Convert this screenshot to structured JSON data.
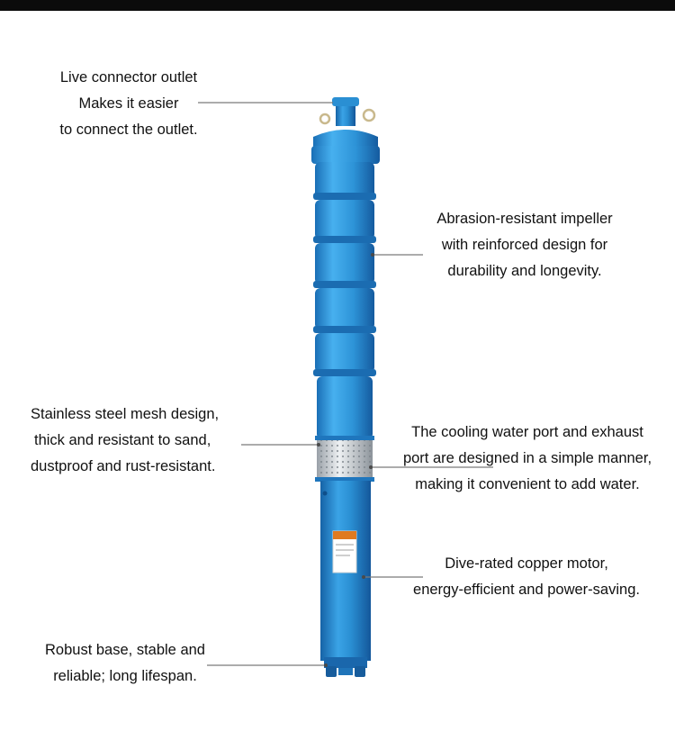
{
  "colors": {
    "pump_blue": "#2a8fd3",
    "pump_dark": "#1663a6",
    "leader_line": "#7a7a7a",
    "text": "#111111",
    "top_bar": "#0b0b0b"
  },
  "callouts": [
    {
      "id": "outlet",
      "lines": [
        "Live connector outlet",
        "Makes it easier",
        "to connect the outlet."
      ]
    },
    {
      "id": "impeller",
      "lines": [
        "Abrasion-resistant impeller",
        "with reinforced design for",
        "durability and longevity."
      ]
    },
    {
      "id": "mesh",
      "lines": [
        "Stainless steel mesh design,",
        "thick and  resistant to sand,",
        "dustproof and rust-resistant."
      ]
    },
    {
      "id": "cooling",
      "lines": [
        "The cooling water port and exhaust",
        "port are designed in a simple manner,",
        "making it convenient to add water."
      ]
    },
    {
      "id": "motor",
      "lines": [
        "Dive-rated copper motor,",
        "energy-efficient and power-saving."
      ]
    },
    {
      "id": "base",
      "lines": [
        "Robust base, stable and",
        "reliable; long lifespan."
      ]
    }
  ]
}
